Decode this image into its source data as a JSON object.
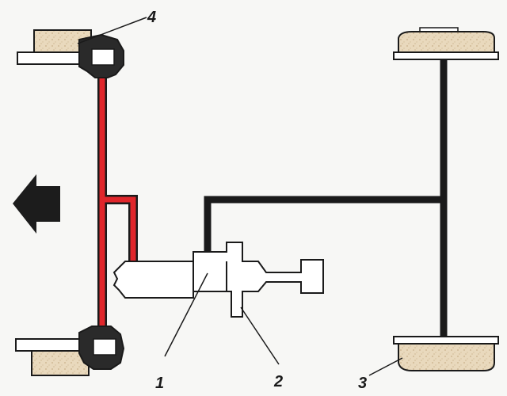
{
  "callouts": {
    "master_cylinder": "1",
    "pressure_regulator": "2",
    "rear_drum_brake": "3",
    "front_disc_brake": "4"
  },
  "colors": {
    "front_circuit": "#e0262b",
    "rear_circuit": "#1a1a1a",
    "component_fill": "#ffffff",
    "component_stroke": "#1a1a1a",
    "pad_fill": "#e9d9bd",
    "direction_arrow": "#1c1c1c"
  },
  "icons": {
    "direction_arrow": "arrow-left-icon"
  }
}
